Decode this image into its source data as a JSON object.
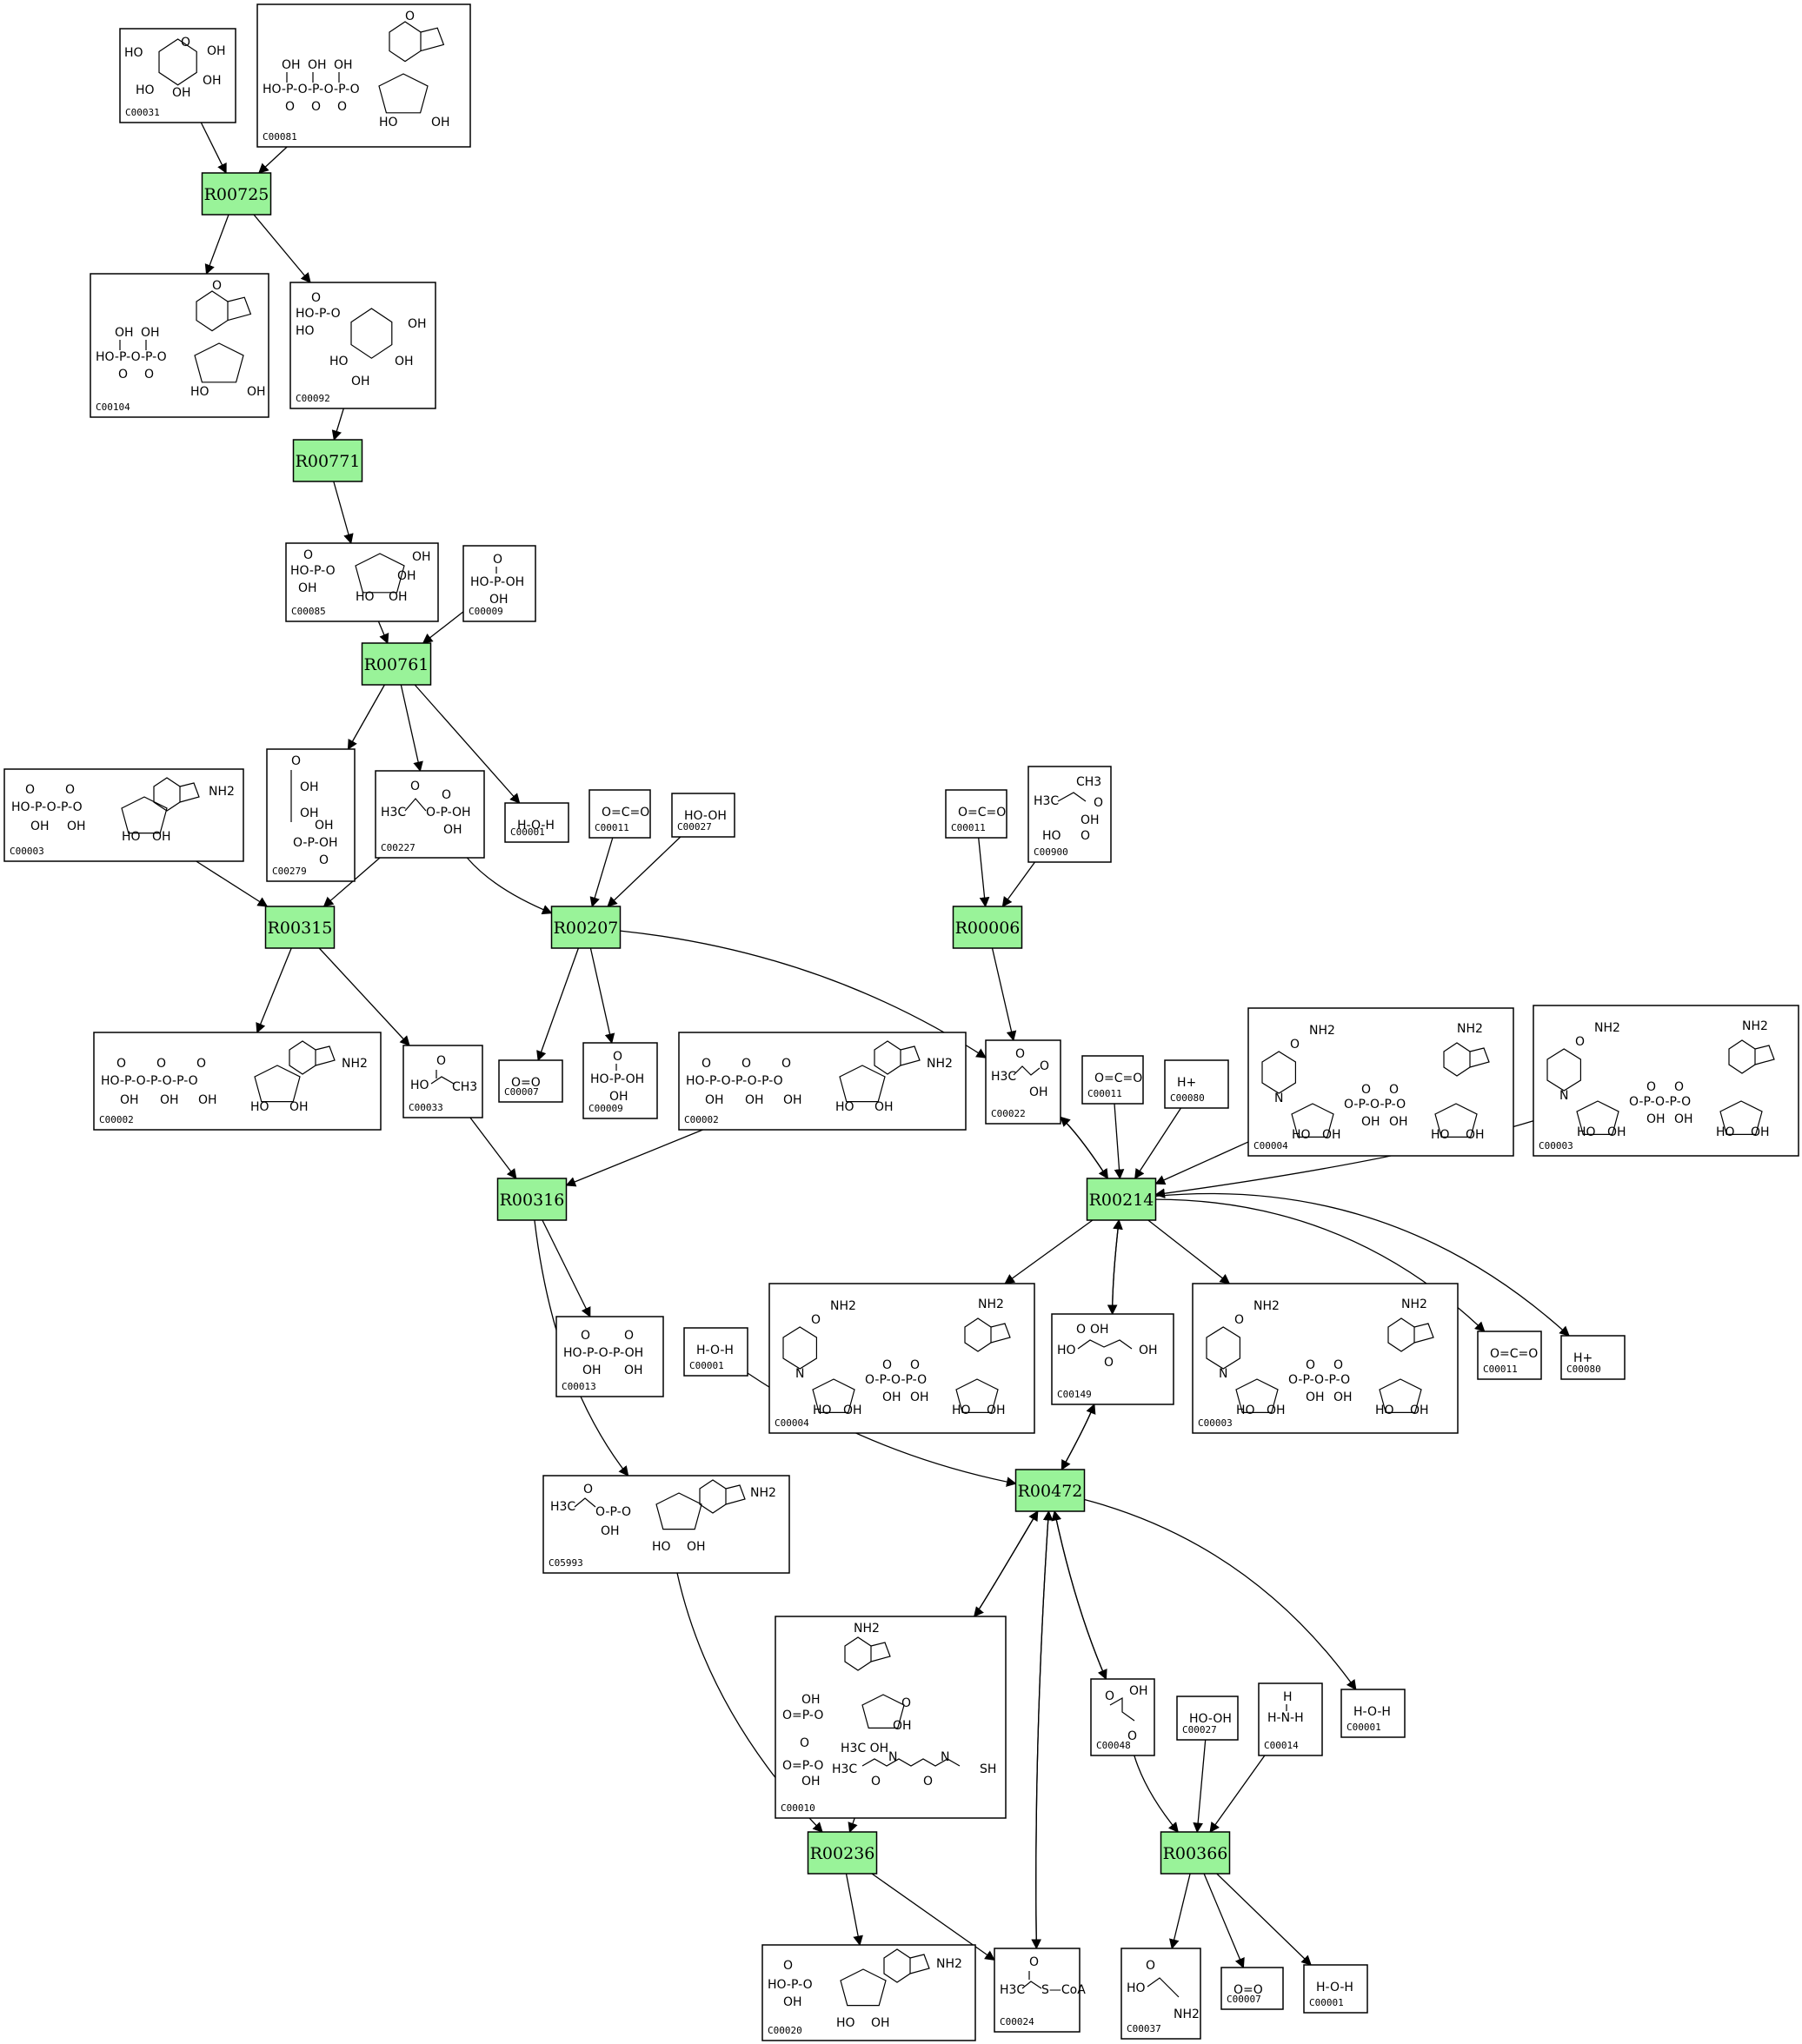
{
  "reactions": [
    {
      "id": "R00725",
      "label": "R00725"
    },
    {
      "id": "R00771",
      "label": "R00771"
    },
    {
      "id": "R00761",
      "label": "R00761"
    },
    {
      "id": "R00315",
      "label": "R00315"
    },
    {
      "id": "R00207",
      "label": "R00207"
    },
    {
      "id": "R00006",
      "label": "R00006"
    },
    {
      "id": "R00316",
      "label": "R00316"
    },
    {
      "id": "R00214",
      "label": "R00214"
    },
    {
      "id": "R00472",
      "label": "R00472"
    },
    {
      "id": "R00236",
      "label": "R00236"
    },
    {
      "id": "R00366",
      "label": "R00366"
    }
  ],
  "compounds": [
    {
      "key": "c00031",
      "label": "C00031",
      "formula": ""
    },
    {
      "key": "c00081",
      "label": "C00081",
      "formula": ""
    },
    {
      "key": "c00104",
      "label": "C00104",
      "formula": ""
    },
    {
      "key": "c00092",
      "label": "C00092",
      "formula": ""
    },
    {
      "key": "c00085",
      "label": "C00085",
      "formula": ""
    },
    {
      "key": "c00009a",
      "label": "C00009",
      "formula": ""
    },
    {
      "key": "c00003a",
      "label": "C00003",
      "formula": ""
    },
    {
      "key": "c00279",
      "label": "C00279",
      "formula": ""
    },
    {
      "key": "c00227",
      "label": "C00227",
      "formula": ""
    },
    {
      "key": "c00001a",
      "label": "C00001",
      "formula": "H-O-H"
    },
    {
      "key": "c00011a",
      "label": "C00011",
      "formula": "O=C=O"
    },
    {
      "key": "c00027a",
      "label": "C00027",
      "formula": "HO-OH"
    },
    {
      "key": "c00011b",
      "label": "C00011",
      "formula": "O=C=O"
    },
    {
      "key": "c00900",
      "label": "C00900",
      "formula": ""
    },
    {
      "key": "c00002a",
      "label": "C00002",
      "formula": ""
    },
    {
      "key": "c00033",
      "label": "C00033",
      "formula": ""
    },
    {
      "key": "c00007a",
      "label": "C00007",
      "formula": "O=O"
    },
    {
      "key": "c00009b",
      "label": "C00009",
      "formula": ""
    },
    {
      "key": "c00002b",
      "label": "C00002",
      "formula": ""
    },
    {
      "key": "c00022",
      "label": "C00022",
      "formula": ""
    },
    {
      "key": "c00011c",
      "label": "C00011",
      "formula": "O=C=O"
    },
    {
      "key": "c00080a",
      "label": "C00080",
      "formula": "H+"
    },
    {
      "key": "c00004a",
      "label": "C00004",
      "formula": ""
    },
    {
      "key": "c00003b",
      "label": "C00003",
      "formula": ""
    },
    {
      "key": "c00013",
      "label": "C00013",
      "formula": ""
    },
    {
      "key": "c00001b",
      "label": "C00001",
      "formula": "H-O-H"
    },
    {
      "key": "c00004b",
      "label": "C00004",
      "formula": ""
    },
    {
      "key": "c00149",
      "label": "C00149",
      "formula": ""
    },
    {
      "key": "c00003c",
      "label": "C00003",
      "formula": ""
    },
    {
      "key": "c00011d",
      "label": "C00011",
      "formula": "O=C=O"
    },
    {
      "key": "c00080b",
      "label": "C00080",
      "formula": "H+"
    },
    {
      "key": "c05993",
      "label": "C05993",
      "formula": ""
    },
    {
      "key": "c00010",
      "label": "C00010",
      "formula": ""
    },
    {
      "key": "c00048",
      "label": "C00048",
      "formula": ""
    },
    {
      "key": "c00027b",
      "label": "C00027",
      "formula": "HO-OH"
    },
    {
      "key": "c00014",
      "label": "C00014",
      "formula": ""
    },
    {
      "key": "c00001c",
      "label": "C00001",
      "formula": "H-O-H"
    },
    {
      "key": "c00020",
      "label": "C00020",
      "formula": ""
    },
    {
      "key": "c00024",
      "label": "C00024",
      "formula": ""
    },
    {
      "key": "c00037",
      "label": "C00037",
      "formula": ""
    },
    {
      "key": "c00007b",
      "label": "C00007",
      "formula": "O=O"
    },
    {
      "key": "c00001d",
      "label": "C00001",
      "formula": "H-O-H"
    }
  ],
  "edges": [
    [
      "c00031",
      "R00725"
    ],
    [
      "c00081",
      "R00725"
    ],
    [
      "R00725",
      "c00104"
    ],
    [
      "R00725",
      "c00092"
    ],
    [
      "c00092",
      "R00771"
    ],
    [
      "R00771",
      "c00085"
    ],
    [
      "c00085",
      "R00761"
    ],
    [
      "c00009a",
      "R00761"
    ],
    [
      "R00761",
      "c00279"
    ],
    [
      "R00761",
      "c00227"
    ],
    [
      "R00761",
      "c00001a"
    ],
    [
      "c00003a",
      "R00315"
    ],
    [
      "c00227",
      "R00315"
    ],
    [
      "R00315",
      "c00002a"
    ],
    [
      "R00315",
      "c00033"
    ],
    [
      "c00227",
      "R00207"
    ],
    [
      "c00011a",
      "R00207"
    ],
    [
      "c00027a",
      "R00207"
    ],
    [
      "R00207",
      "c00007a"
    ],
    [
      "R00207",
      "c00009b"
    ],
    [
      "R00207",
      "c00022"
    ],
    [
      "c00011b",
      "R00006"
    ],
    [
      "c00900",
      "R00006"
    ],
    [
      "R00006",
      "c00022"
    ],
    [
      "c00033",
      "R00316"
    ],
    [
      "c00002b",
      "R00316"
    ],
    [
      "R00316",
      "c00013"
    ],
    [
      "R00316",
      "c05993"
    ],
    [
      "c00022",
      "R00214"
    ],
    [
      "R00214",
      "c00022"
    ],
    [
      "c00011c",
      "R00214"
    ],
    [
      "c00080a",
      "R00214"
    ],
    [
      "c00004a",
      "R00214"
    ],
    [
      "c00003b",
      "R00214"
    ],
    [
      "R00214",
      "c00004b"
    ],
    [
      "R00214",
      "c00149"
    ],
    [
      "c00149",
      "R00214"
    ],
    [
      "R00214",
      "c00003c"
    ],
    [
      "R00214",
      "c00011d"
    ],
    [
      "R00214",
      "c00080b"
    ],
    [
      "c00001b",
      "R00472"
    ],
    [
      "c00149",
      "R00472"
    ],
    [
      "R00472",
      "c00149"
    ],
    [
      "R00472",
      "c00010"
    ],
    [
      "c00010",
      "R00472"
    ],
    [
      "R00472",
      "c00048"
    ],
    [
      "c00048",
      "R00472"
    ],
    [
      "R00472",
      "c00024"
    ],
    [
      "c00024",
      "R00472"
    ],
    [
      "R00472",
      "c00001c"
    ],
    [
      "c05993",
      "R00236"
    ],
    [
      "c00010",
      "R00236"
    ],
    [
      "R00236",
      "c00020"
    ],
    [
      "R00236",
      "c00024"
    ],
    [
      "c00048",
      "R00366"
    ],
    [
      "c00027b",
      "R00366"
    ],
    [
      "c00014",
      "R00366"
    ],
    [
      "R00366",
      "c00037"
    ],
    [
      "R00366",
      "c00007b"
    ],
    [
      "R00366",
      "c00001d"
    ]
  ]
}
